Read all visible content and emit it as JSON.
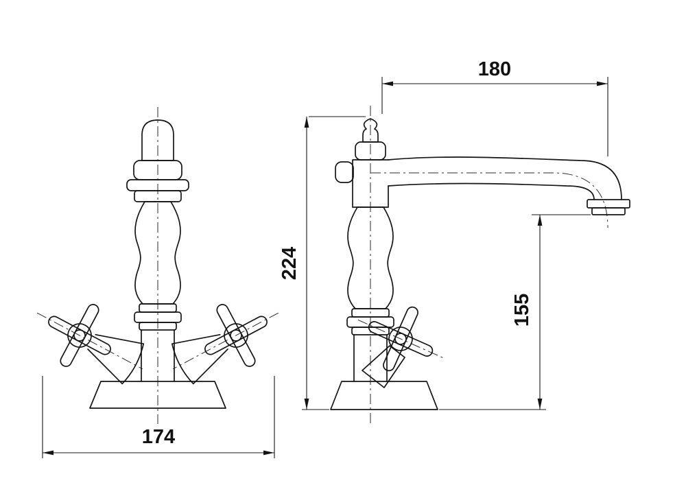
{
  "dimensions": {
    "spout_reach_mm": "180",
    "overall_height_mm": "224",
    "outlet_height_mm": "155",
    "overall_width_mm": "174"
  },
  "colors": {
    "line": "#141414",
    "background": "#ffffff"
  }
}
